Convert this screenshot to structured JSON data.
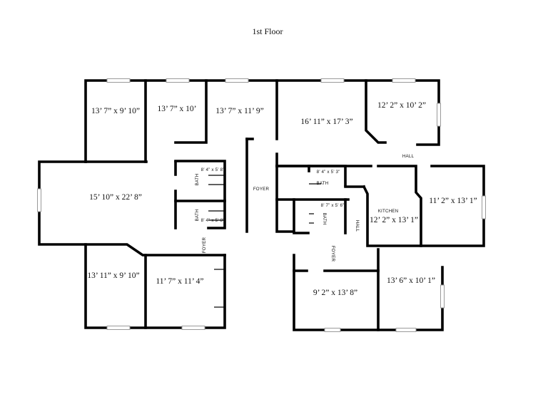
{
  "plan": {
    "title": "1st Floor",
    "rooms": {
      "r1": "13’ 7” x 9’ 10”",
      "r2": "13’ 7” x 10’",
      "r3": "13’ 7” x 11’ 9”",
      "r4": "16’ 11” x 17’ 3”",
      "r5": "12’ 2” x 10’ 2”",
      "r6": "15’ 10” x 22’ 8”",
      "r7": "11’ 2” x 13’ 1”",
      "r8": "12’ 2” x 13’ 1”",
      "r9": "13’ 11” x 9’ 10”",
      "r10": "11’ 7” x 11’ 4”",
      "r11": "9’ 2” x 13’ 8”",
      "r12": "13’ 6” x 10’ 1”"
    },
    "small_rooms": {
      "bath1_size": "8’ 4” x 5’ 8”",
      "bath2_size": "8’ 4” x 5’ 8”",
      "bath3_size": "8’ 4” x 5’ 3”",
      "bath4_size": "8’ 7” x 5’ 6”"
    },
    "labels": {
      "bath1": "BATH",
      "bath2": "BATH",
      "bath3": "BATH",
      "bath4": "BATH",
      "foyer_center": "FOYER",
      "foyer_left": "FOYER",
      "foyer_right": "FOYER",
      "hall_top": "HALL",
      "hall_side": "HALL",
      "kitchen": "KITCHEN"
    }
  }
}
